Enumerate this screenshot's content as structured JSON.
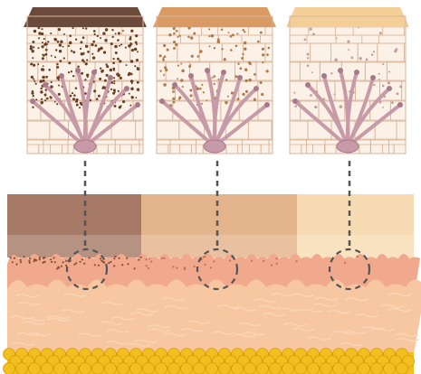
{
  "colors": {
    "background": "#ffffff",
    "cell_fill": "#fbf1e6",
    "cell_stroke": "#d9b49a",
    "melanocyte": "#c69aa6",
    "melanocyte_dark": "#a9788a",
    "dermis": "#f7c7a2",
    "dermis_light": "#f9d6b6",
    "basal_band": "#f0a98c",
    "fat": "#f2c01e",
    "fat_outline": "#d99a0a",
    "connector": "#555555"
  },
  "diagram": {
    "blocks": [
      {
        "id": "dark",
        "cap": "#6b4a3c",
        "pigment": "#6b3f22",
        "pigment_density": 1.0
      },
      {
        "id": "medium",
        "cap": "#d99a63",
        "pigment": "#b07a4a",
        "pigment_density": 0.45
      },
      {
        "id": "light",
        "cap": "#f3cf97",
        "pigment": "#c3a09a",
        "pigment_density": 0.18
      }
    ],
    "skin_bands": [
      {
        "id": "dark",
        "tone": "#a67a67"
      },
      {
        "id": "medium",
        "tone": "#e4b48d"
      },
      {
        "id": "light",
        "tone": "#f7dcb3"
      }
    ]
  }
}
